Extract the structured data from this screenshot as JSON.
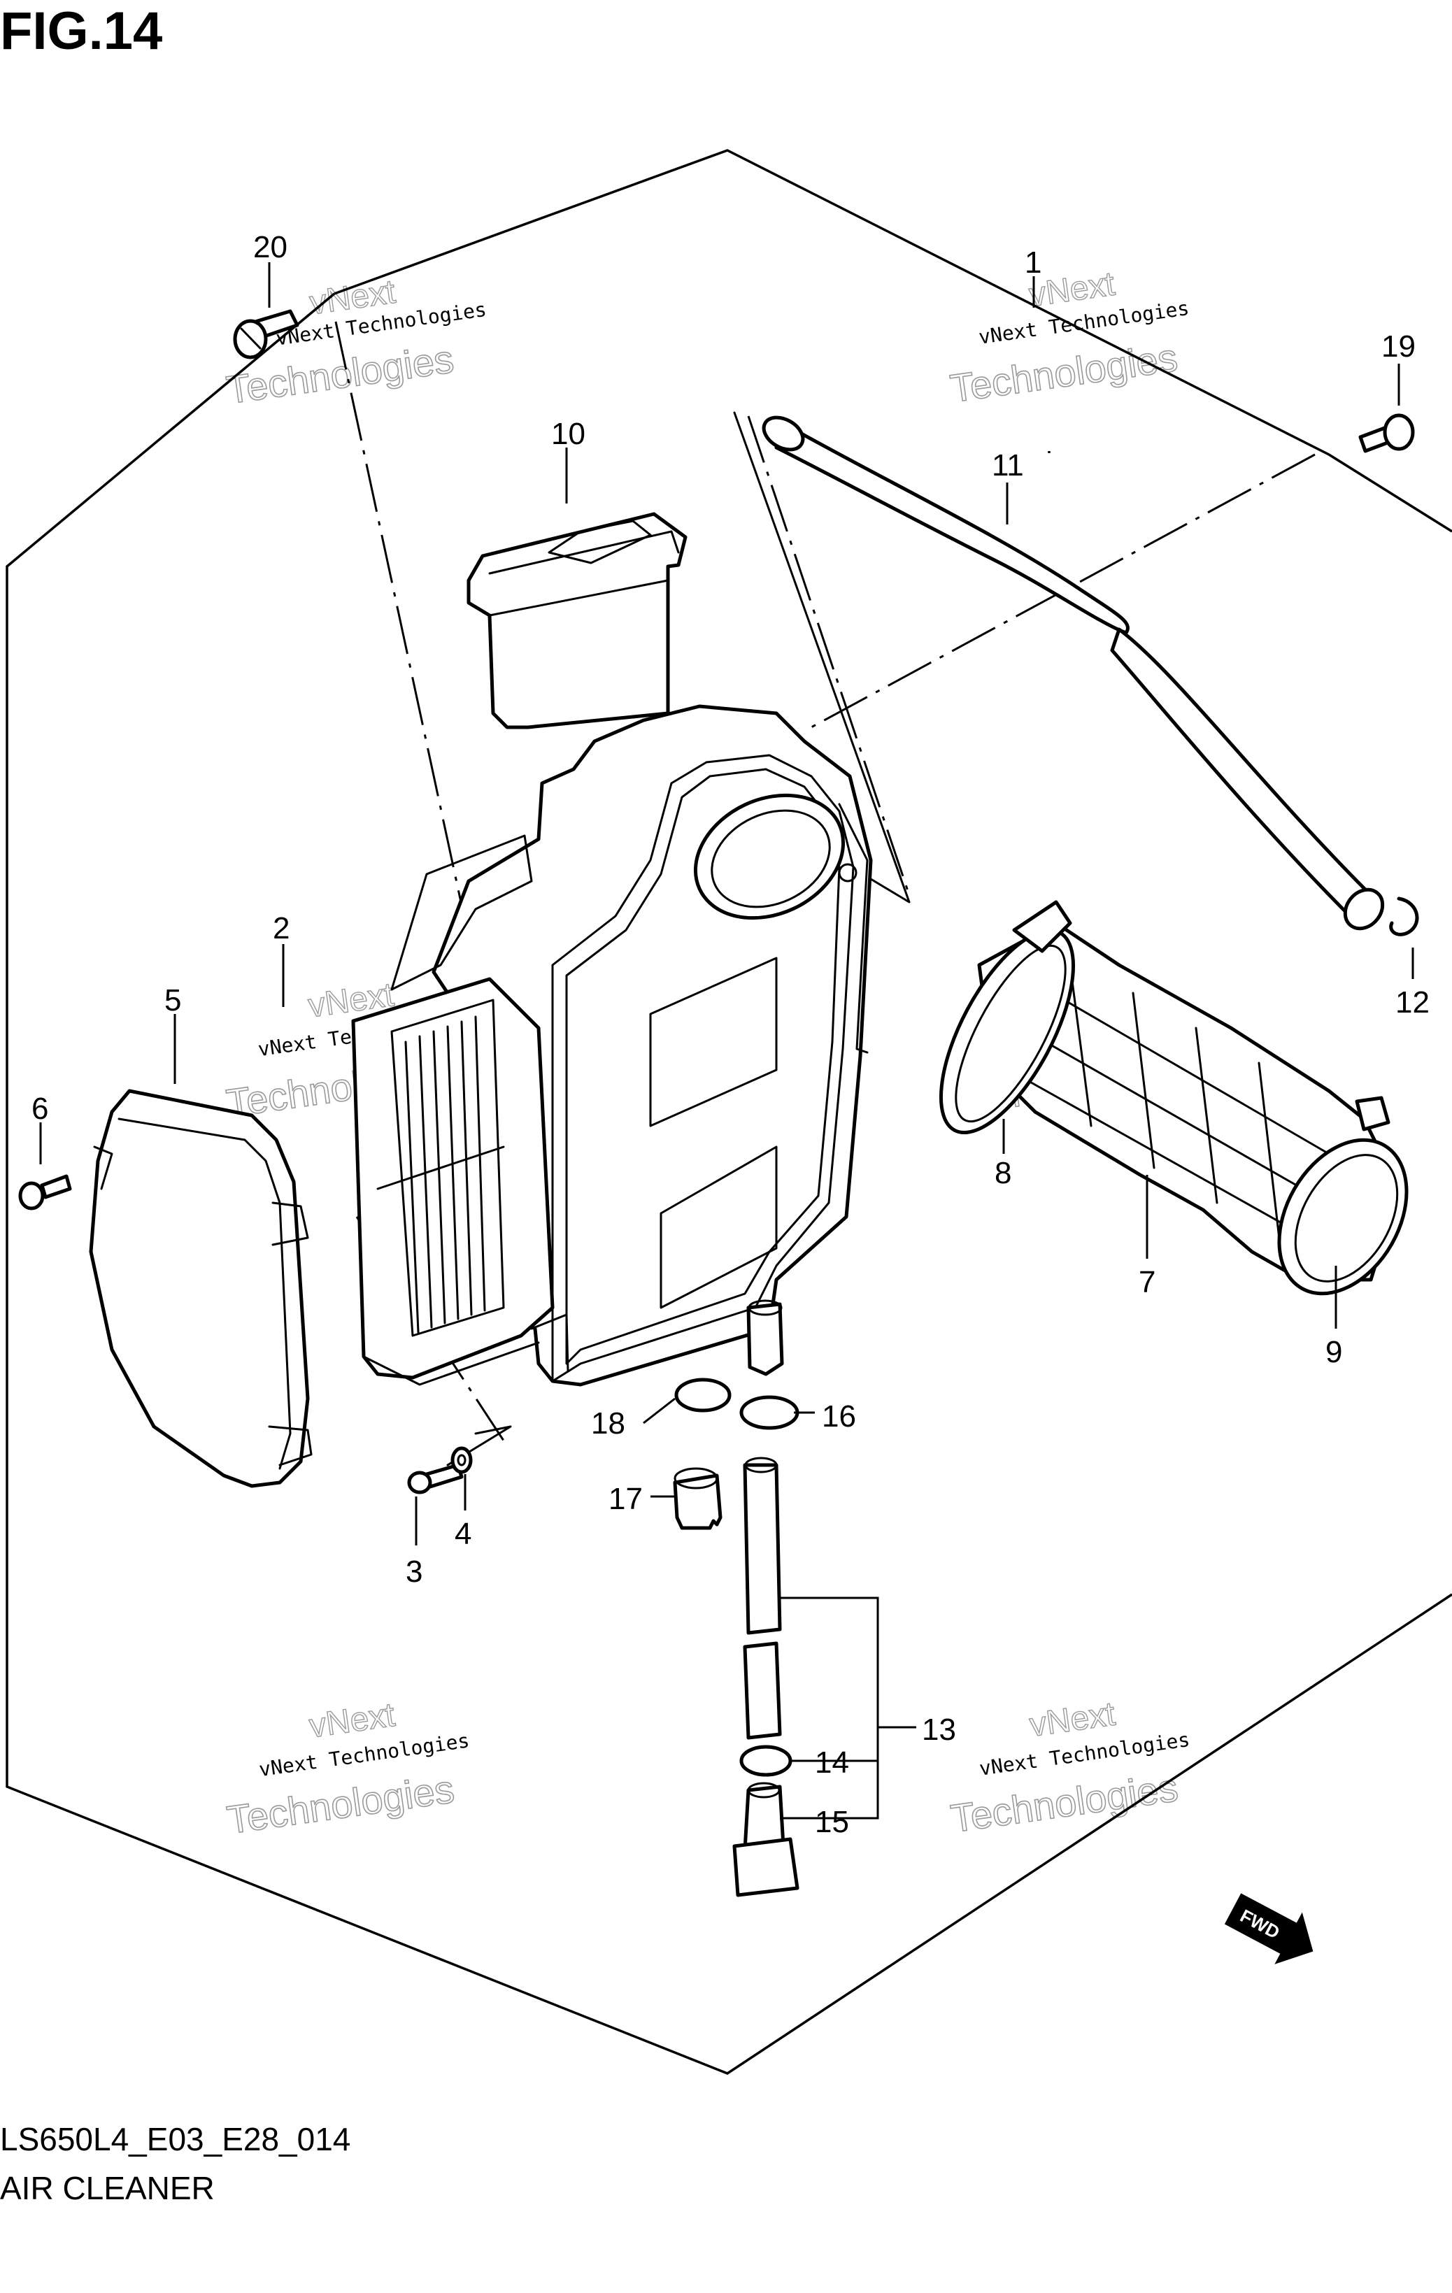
{
  "figure": {
    "title": "FIG.14",
    "model_code": "LS650L4_E03_E28_014",
    "caption": "AIR CLEANER"
  },
  "callouts": [
    {
      "id": "1",
      "label": "1"
    },
    {
      "id": "2",
      "label": "2"
    },
    {
      "id": "3",
      "label": "3"
    },
    {
      "id": "4",
      "label": "4"
    },
    {
      "id": "5",
      "label": "5"
    },
    {
      "id": "6",
      "label": "6"
    },
    {
      "id": "7",
      "label": "7"
    },
    {
      "id": "8",
      "label": "8"
    },
    {
      "id": "9",
      "label": "9"
    },
    {
      "id": "10",
      "label": "10"
    },
    {
      "id": "11",
      "label": "11"
    },
    {
      "id": "12",
      "label": "12"
    },
    {
      "id": "13",
      "label": "13"
    },
    {
      "id": "14",
      "label": "14"
    },
    {
      "id": "15",
      "label": "15"
    },
    {
      "id": "16",
      "label": "16"
    },
    {
      "id": "17",
      "label": "17"
    },
    {
      "id": "18",
      "label": "18"
    },
    {
      "id": "19",
      "label": "19"
    },
    {
      "id": "20",
      "label": "20"
    }
  ],
  "watermark": {
    "line0": "vNext",
    "line1": "vNext Technologies",
    "line2": "Technologies"
  },
  "direction_badge": "FWD"
}
